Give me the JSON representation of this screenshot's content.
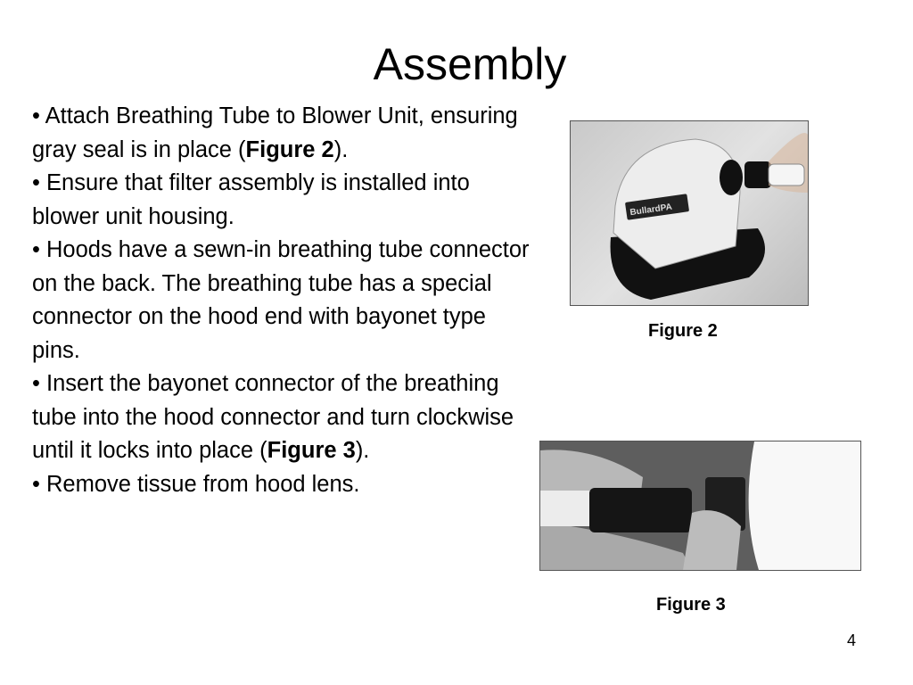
{
  "slide": {
    "title": "Assembly",
    "page_number": "4",
    "bullets": [
      {
        "pre": "• Attach Breathing Tube to Blower Unit, ensuring gray seal is in place (",
        "bold": "Figure 2",
        "post": ")."
      },
      {
        "pre": "• Ensure that filter assembly is installed into blower unit housing.",
        "bold": "",
        "post": ""
      },
      {
        "pre": "• Hoods have a sewn-in breathing tube connector on the back.  The breathing tube has a special connector on the hood end with bayonet type pins.",
        "bold": "",
        "post": ""
      },
      {
        "pre": "• Insert the bayonet connector of the breathing tube into the hood connector and turn clockwise until it locks into place (",
        "bold": "Figure 3",
        "post": ")."
      },
      {
        "pre": "• Remove tissue from hood lens.",
        "bold": "",
        "post": ""
      }
    ],
    "figures": [
      {
        "caption": "Figure 2",
        "label_text": "BullardPA"
      },
      {
        "caption": "Figure 3"
      }
    ]
  }
}
